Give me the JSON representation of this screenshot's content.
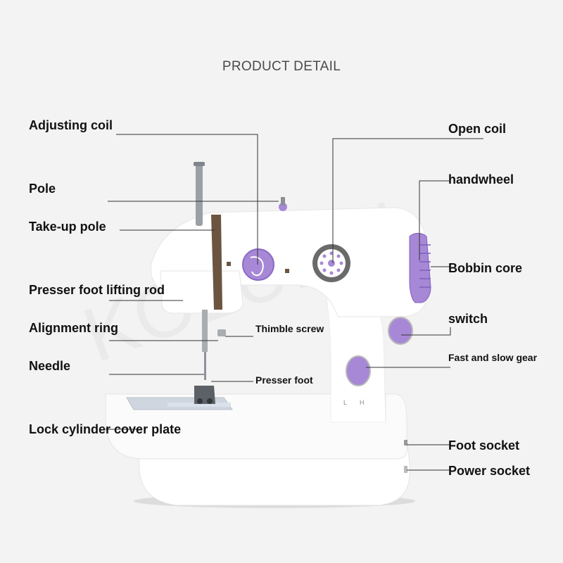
{
  "header": {
    "title": "PRODUCT DETAIL"
  },
  "labels": {
    "adjusting_coil": "Adjusting coil",
    "pole": "Pole",
    "take_up_pole": "Take-up pole",
    "presser_foot_lifting_rod": "Presser foot lifting rod",
    "alignment_ring": "Alignment ring",
    "needle": "Needle",
    "lock_cylinder_cover_plate": "Lock cylinder cover plate",
    "open_coil": "Open coil",
    "handwheel": "handwheel",
    "bobbin_core": "Bobbin core",
    "switch": "switch",
    "fast_and_slow_gear": "Fast and slow gear",
    "foot_socket": "Foot socket",
    "power_socket": "Power socket",
    "thimble_screw": "Thimble screw",
    "presser_foot": "Presser foot"
  },
  "gear_marks": {
    "low": "L",
    "high": "H"
  },
  "colors": {
    "accent": "#a788d6",
    "accent_dark": "#7d5fbf",
    "body": "#ffffff",
    "background": "#f3f3f3",
    "text": "#111111"
  },
  "watermark": "KOLUMN"
}
